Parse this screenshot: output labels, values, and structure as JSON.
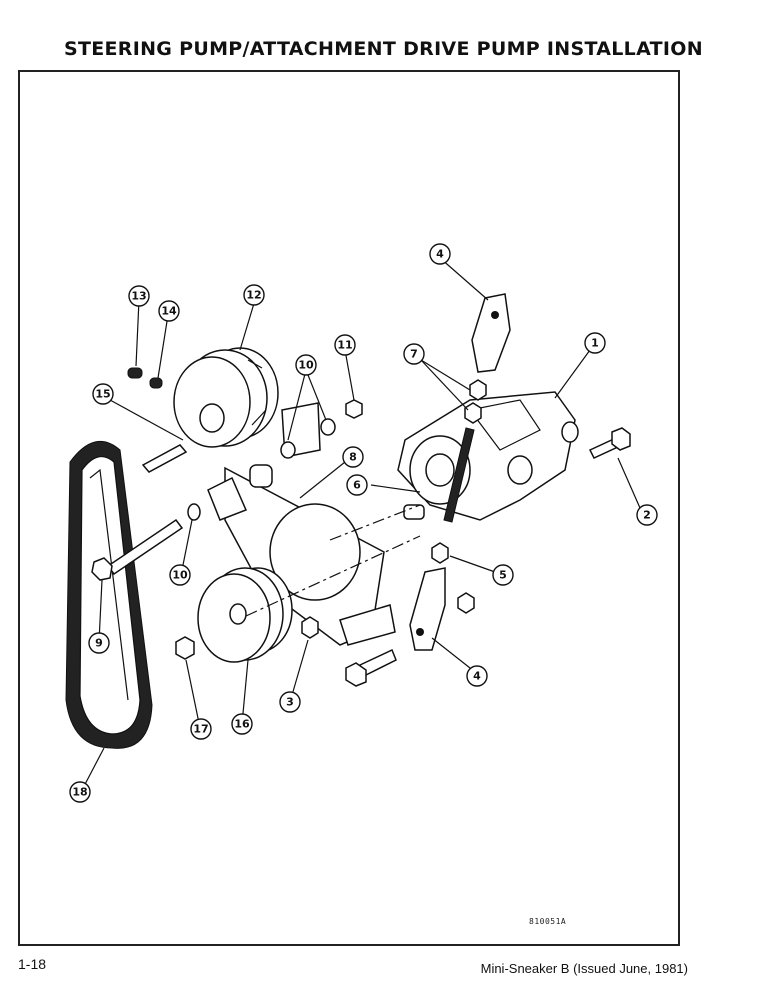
{
  "title": "STEERING PUMP/ATTACHMENT DRIVE PUMP INSTALLATION",
  "figure_ref": "810051A",
  "footer": {
    "page_number": "1-18",
    "manual": "Mini-Sneaker B (Issued June, 1981)"
  },
  "callouts": [
    "1",
    "2",
    "3",
    "4",
    "4",
    "5",
    "6",
    "7",
    "8",
    "9",
    "10",
    "10",
    "11",
    "12",
    "13",
    "14",
    "15",
    "16",
    "17",
    "18"
  ]
}
